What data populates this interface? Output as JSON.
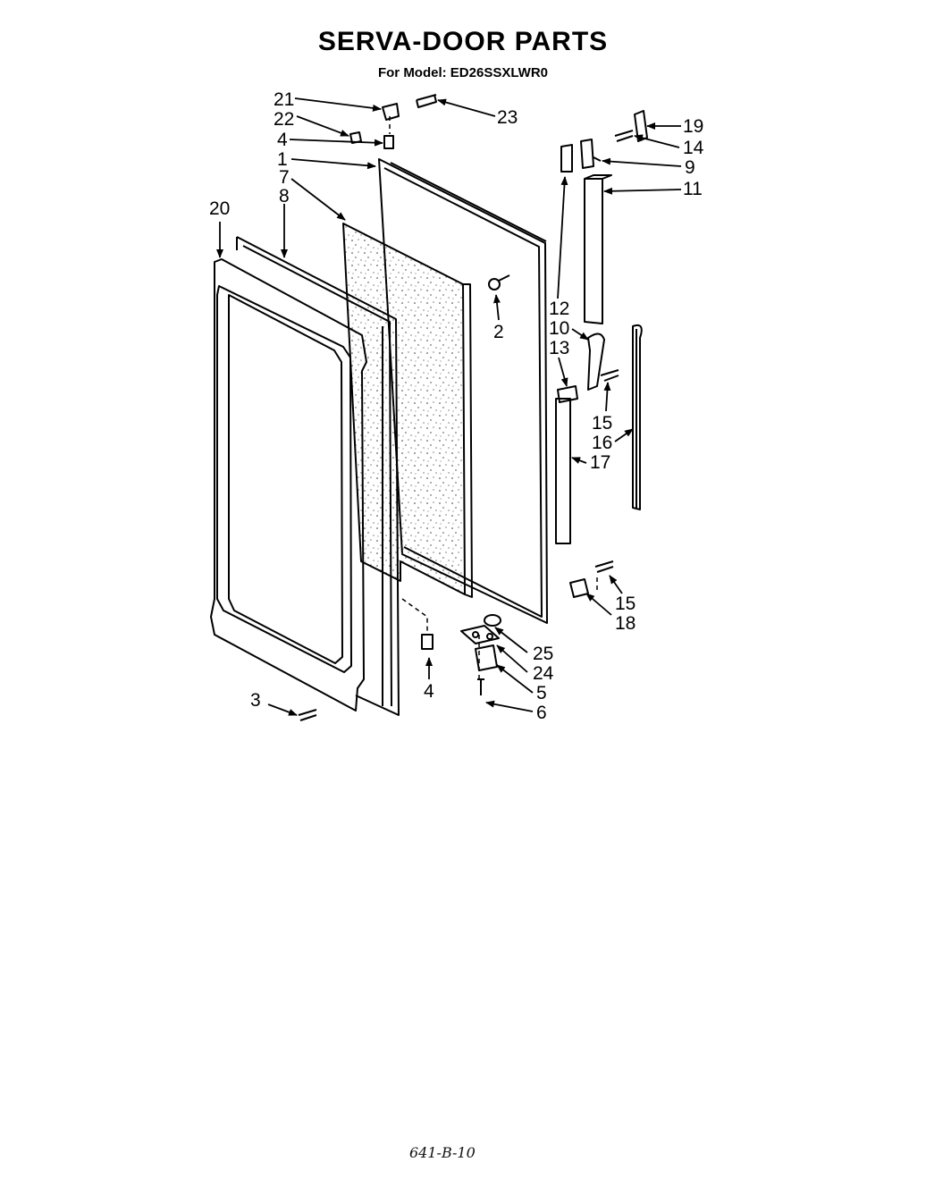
{
  "title": "SERVA-DOOR PARTS",
  "subtitle": "For Model: ED26SSXLWR0",
  "footer_note": "641-B-10",
  "callouts": [
    {
      "id": "c21",
      "label": "21"
    },
    {
      "id": "c22",
      "label": "22"
    },
    {
      "id": "c4a",
      "label": "4"
    },
    {
      "id": "c1",
      "label": "1"
    },
    {
      "id": "c7",
      "label": "7"
    },
    {
      "id": "c8",
      "label": "8"
    },
    {
      "id": "c20",
      "label": "20"
    },
    {
      "id": "c23",
      "label": "23"
    },
    {
      "id": "c19",
      "label": "19"
    },
    {
      "id": "c14",
      "label": "14"
    },
    {
      "id": "c9",
      "label": "9"
    },
    {
      "id": "c11",
      "label": "11"
    },
    {
      "id": "c2",
      "label": "2"
    },
    {
      "id": "c12",
      "label": "12"
    },
    {
      "id": "c10",
      "label": "10"
    },
    {
      "id": "c13",
      "label": "13"
    },
    {
      "id": "c15a",
      "label": "15"
    },
    {
      "id": "c16",
      "label": "16"
    },
    {
      "id": "c17",
      "label": "17"
    },
    {
      "id": "c15b",
      "label": "15"
    },
    {
      "id": "c18",
      "label": "18"
    },
    {
      "id": "c25",
      "label": "25"
    },
    {
      "id": "c24",
      "label": "24"
    },
    {
      "id": "c5",
      "label": "5"
    },
    {
      "id": "c6",
      "label": "6"
    },
    {
      "id": "c4b",
      "label": "4"
    },
    {
      "id": "c3",
      "label": "3"
    }
  ]
}
